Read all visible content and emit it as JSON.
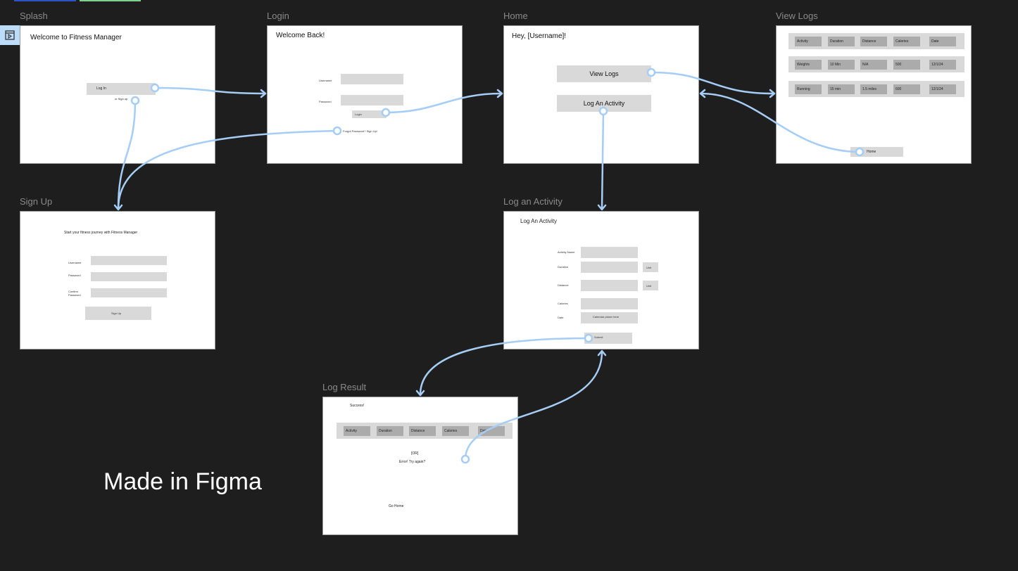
{
  "colors": {
    "canvas": "#1e1e1e",
    "frame": "#ffffff",
    "placeholder": "#d9d9d9",
    "cell": "#ababab",
    "connector": "#a5cdf5"
  },
  "frames": {
    "splash": {
      "name": "Splash",
      "title": "Welcome to Fitness Manager",
      "login": "Log In",
      "signup": "or Sign up"
    },
    "login": {
      "name": "Login",
      "title": "Welcome Back!",
      "username": "Username",
      "password": "Password",
      "login": "Login",
      "forgot": "Forgot Password? Sign Up!"
    },
    "home": {
      "name": "Home",
      "title": "Hey, [Username]!",
      "view_logs": "View Logs",
      "log_activity": "Log An Activity"
    },
    "view_logs": {
      "name": "View Logs",
      "rows": [
        [
          "Activity",
          "Duration",
          "Distance",
          "Calories",
          "Date"
        ],
        [
          "Weights",
          "10 Min",
          "N/A",
          "500",
          "12/1/24"
        ],
        [
          "Running",
          "15 min",
          "1.5 miles",
          "600",
          "12/1/24"
        ]
      ],
      "home": "Home"
    },
    "signup": {
      "name": "Sign Up",
      "title": "Start your fitness journey with Fitness Manager",
      "username": "Username",
      "password": "Password",
      "confirm": "Confirm Password",
      "button": "Sign Up"
    },
    "log_activity": {
      "name": "Log an Activity",
      "title": "Log An Activity",
      "activity_name": "Activity Name",
      "duration": "Duration",
      "distance": "Distance",
      "calories": "Calories",
      "date": "Date",
      "date_placeholder": "Calendar picker here",
      "unit": "Unit",
      "submit": "Submit"
    },
    "log_result": {
      "name": "Log Result",
      "success": "Success!",
      "row": [
        "Activity",
        "Duration",
        "Distance",
        "Calories",
        "Date"
      ],
      "or": "[OR]",
      "error": "Error! Try again?",
      "go_home": "Go Home"
    }
  },
  "watermark": "Made in Figma",
  "prototype_icon": "play-frame-icon"
}
